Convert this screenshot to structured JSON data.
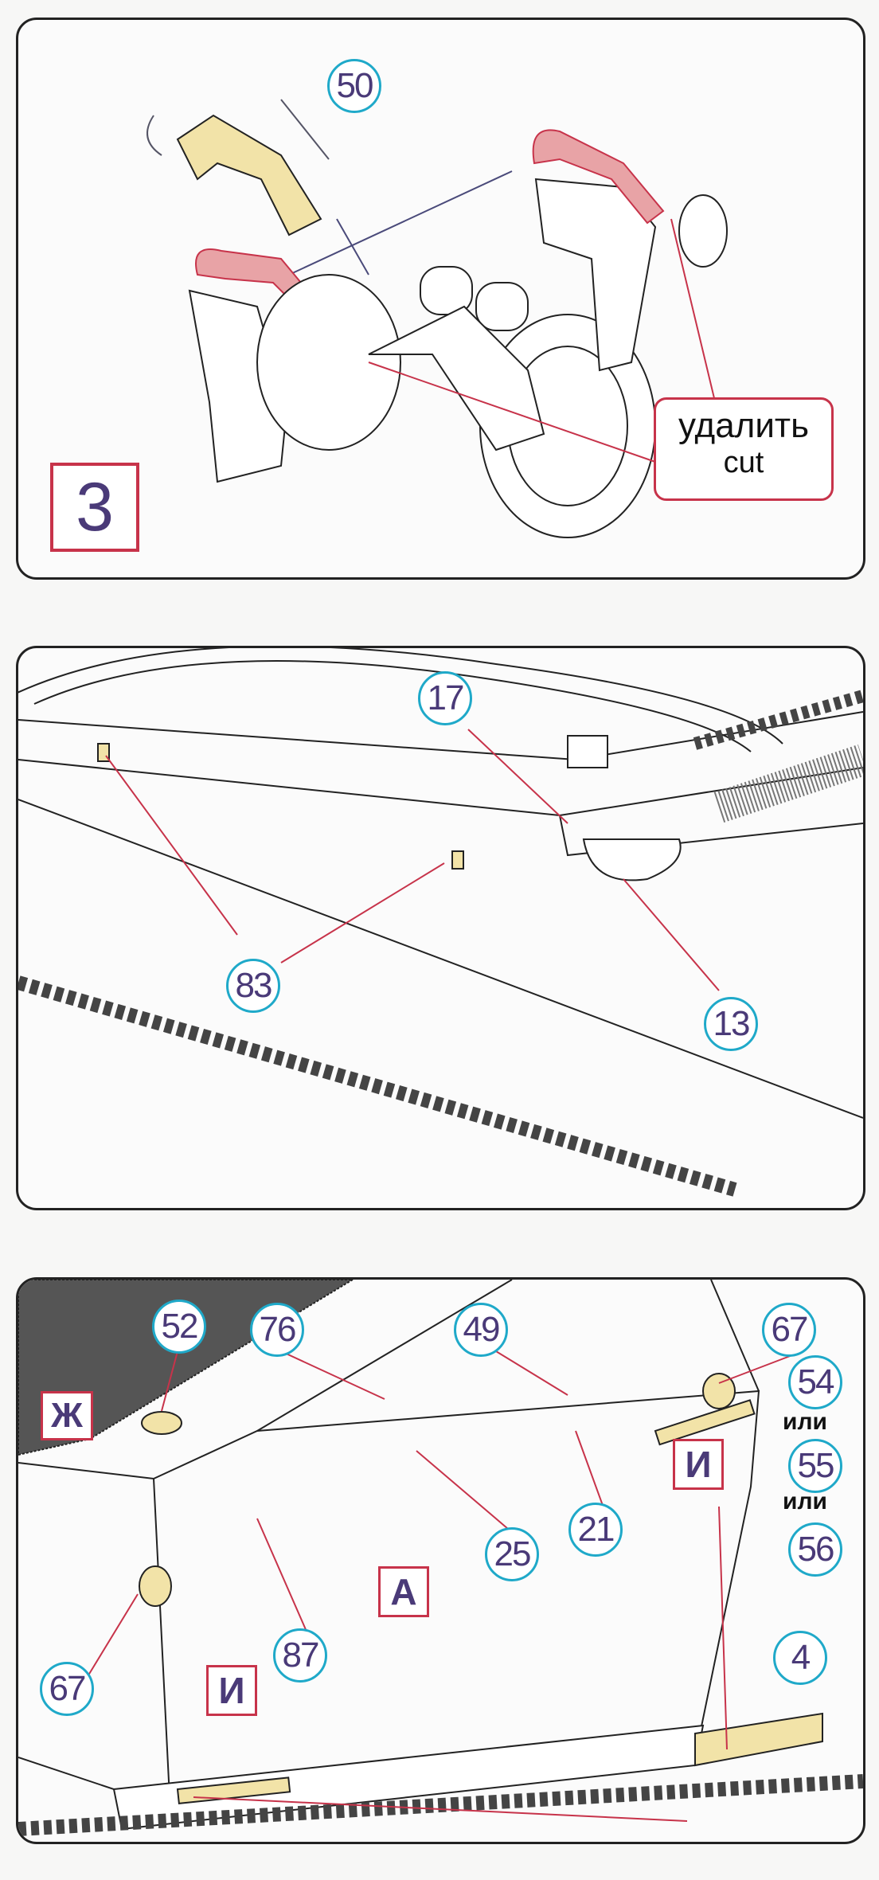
{
  "step1": {
    "step_number": "3",
    "part_50": "50",
    "cut_ru": "удалить",
    "cut_en": "cut",
    "colors": {
      "remove_highlight": "#e8a3a6",
      "photoetch": "#f2e3a8",
      "callout_ring": "#1fa9c9",
      "callout_text": "#4a3a78",
      "frame_red": "#c7334a"
    }
  },
  "step2": {
    "part_17": "17",
    "part_83": "83",
    "part_13": "13"
  },
  "step3": {
    "part_52": "52",
    "part_76": "76",
    "part_49": "49",
    "part_67_right": "67",
    "part_54": "54",
    "or_1": "или",
    "part_55": "55",
    "or_2": "или",
    "part_56": "56",
    "part_4": "4",
    "part_21": "21",
    "part_25": "25",
    "part_87": "87",
    "part_67_left": "67",
    "letter_zh": "Ж",
    "letter_i_right": "И",
    "letter_a": "А",
    "letter_i_left": "И"
  }
}
